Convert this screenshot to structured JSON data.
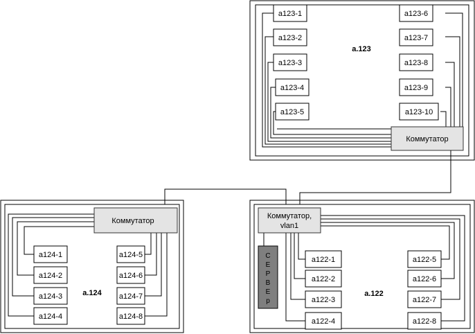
{
  "rooms": {
    "r123": {
      "label": "a.123",
      "switch_label": "Коммутатор",
      "hosts_left": [
        "a123-1",
        "a123-2",
        "a123-3",
        "a123-4",
        "a123-5"
      ],
      "hosts_right": [
        "a123-6",
        "a123-7",
        "a123-8",
        "a123-9",
        "a123-10"
      ]
    },
    "r124": {
      "label": "a.124",
      "switch_label": "Коммутатор",
      "hosts_left": [
        "a124-1",
        "a124-2",
        "a124-3",
        "a124-4"
      ],
      "hosts_right": [
        "a124-5",
        "a124-6",
        "a124-7",
        "a124-8"
      ]
    },
    "r122": {
      "label": "a.122",
      "switch_label_line1": "Коммутатор,",
      "switch_label_line2": "vlan1",
      "server_letters": [
        "С",
        "Е",
        "Р",
        "В",
        "Е",
        "р"
      ],
      "hosts_left": [
        "a122-1",
        "a122-2",
        "a122-3",
        "a122-4"
      ],
      "hosts_right": [
        "a122-5",
        "a122-6",
        "a122-7",
        "a122-8"
      ]
    }
  }
}
